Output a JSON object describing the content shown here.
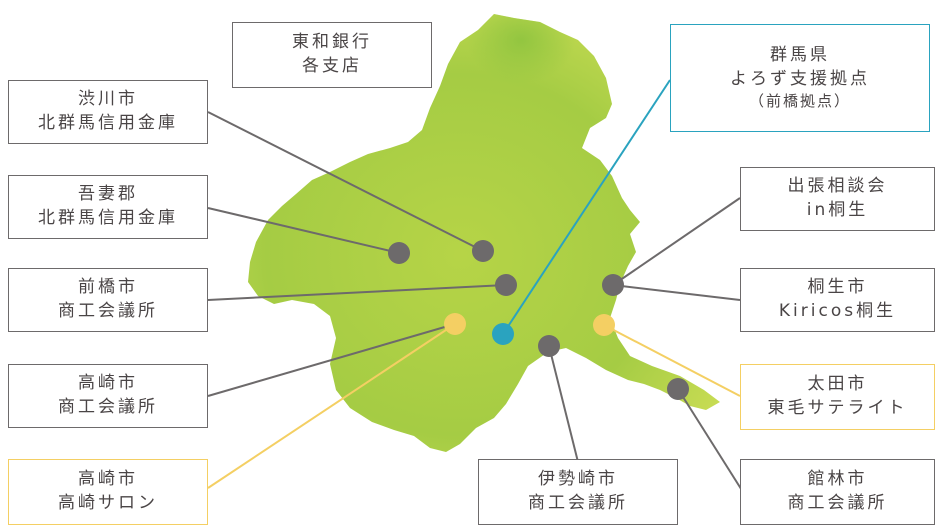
{
  "colors": {
    "gray": "#6d6a6b",
    "yellow": "#f4cf63",
    "blue": "#2aa3bf",
    "map_light": "#d8e45a",
    "map_dark": "#8cc63f"
  },
  "labels": {
    "towa_bank": {
      "line1": "東和銀行",
      "line2": "各支店"
    },
    "gunma": {
      "line1": "群馬県",
      "line2": "よろず支援拠点",
      "line3": "（前橋拠点）"
    },
    "shibukawa": {
      "line1": "渋川市",
      "line2": "北群馬信用金庫"
    },
    "agatsuma": {
      "line1": "吾妻郡",
      "line2": "北群馬信用金庫"
    },
    "maebashi": {
      "line1": "前橋市",
      "line2": "商工会議所"
    },
    "takasaki_cci": {
      "line1": "高崎市",
      "line2": "商工会議所"
    },
    "takasaki_salon": {
      "line1": "高崎市",
      "line2": "高崎サロン"
    },
    "isesaki": {
      "line1": "伊勢崎市",
      "line2": "商工会議所"
    },
    "kiryu_branch": {
      "line1": "出張相談会",
      "line2": "in桐生"
    },
    "kiryu_kiricos": {
      "line1": "桐生市",
      "line2": "Kiricos桐生"
    },
    "ota": {
      "line1": "太田市",
      "line2": "東毛サテライト"
    },
    "tatebayashi": {
      "line1": "館林市",
      "line2": "商工会議所"
    }
  }
}
